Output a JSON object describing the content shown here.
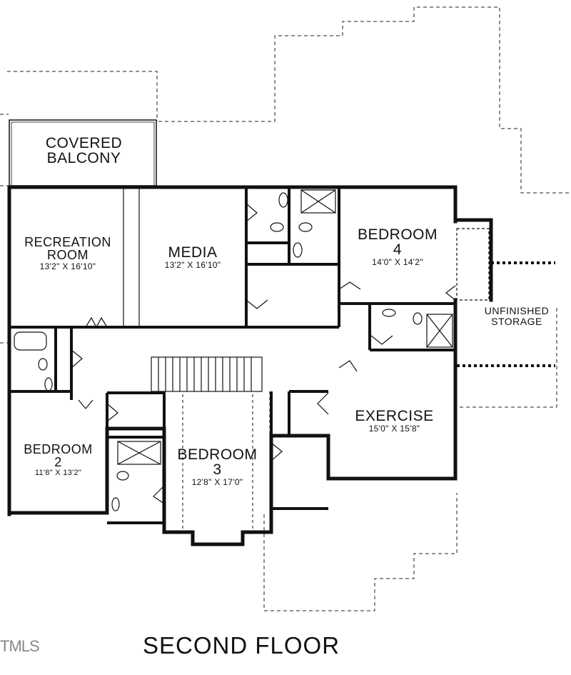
{
  "plan": {
    "title": "SECOND FLOOR",
    "watermark": "TMLS",
    "rooms": [
      {
        "id": "covered-balcony",
        "name_line1": "COVERED",
        "name_line2": "BALCONY",
        "dimensions": ""
      },
      {
        "id": "recreation-room",
        "name_line1": "RECREATION",
        "name_line2": "ROOM",
        "dimensions": "13'2\" X 16'10\""
      },
      {
        "id": "media",
        "name_line1": "MEDIA",
        "name_line2": "",
        "dimensions": "13'2\" X 16'10\""
      },
      {
        "id": "bedroom-4",
        "name_line1": "BEDROOM",
        "name_line2": "4",
        "dimensions": "14'0\" X 14'2\""
      },
      {
        "id": "unfinished-storage",
        "name_line1": "UNFINISHED",
        "name_line2": "STORAGE",
        "dimensions": ""
      },
      {
        "id": "exercise",
        "name_line1": "EXERCISE",
        "name_line2": "",
        "dimensions": "15'0\" X 15'8\""
      },
      {
        "id": "bedroom-2",
        "name_line1": "BEDROOM",
        "name_line2": "2",
        "dimensions": "11'8\" X 13'2\""
      },
      {
        "id": "bedroom-3",
        "name_line1": "BEDROOM",
        "name_line2": "3",
        "dimensions": "12'8\" X 17'0\""
      }
    ]
  }
}
